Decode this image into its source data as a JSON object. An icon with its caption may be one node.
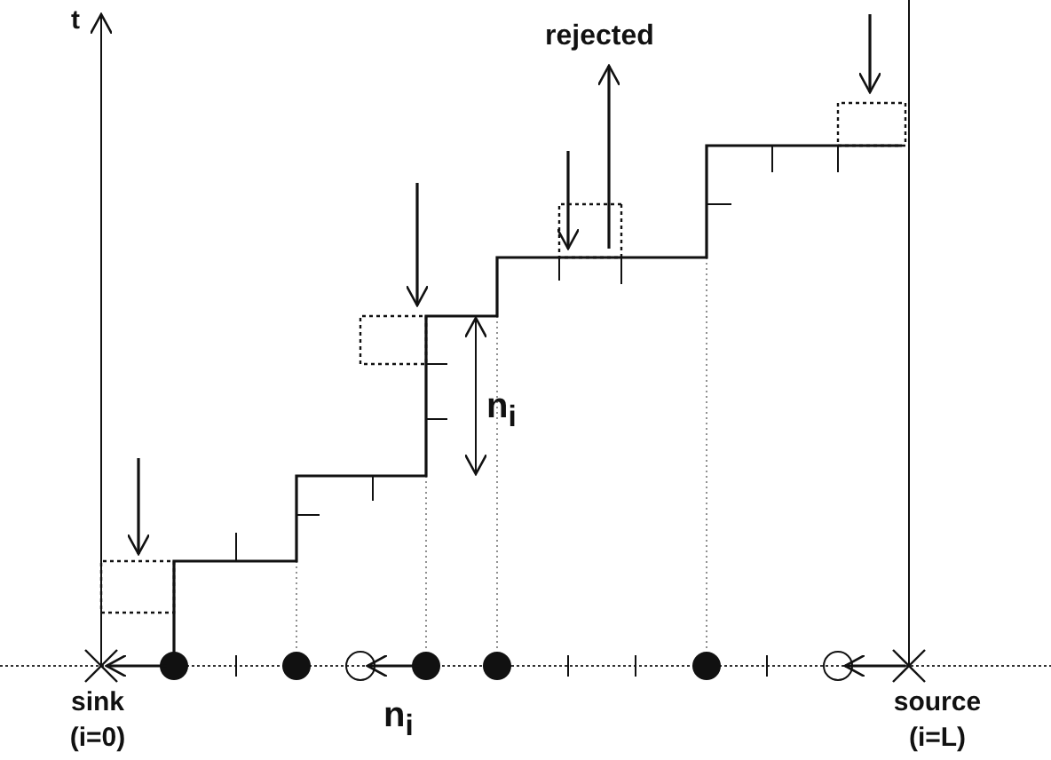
{
  "diagram": {
    "labels": [
      "t",
      "rejected",
      "n$_{i}$",
      "sink (i=0)",
      "n$_{i}$",
      "source (i=L)"
    ]
  }
}
